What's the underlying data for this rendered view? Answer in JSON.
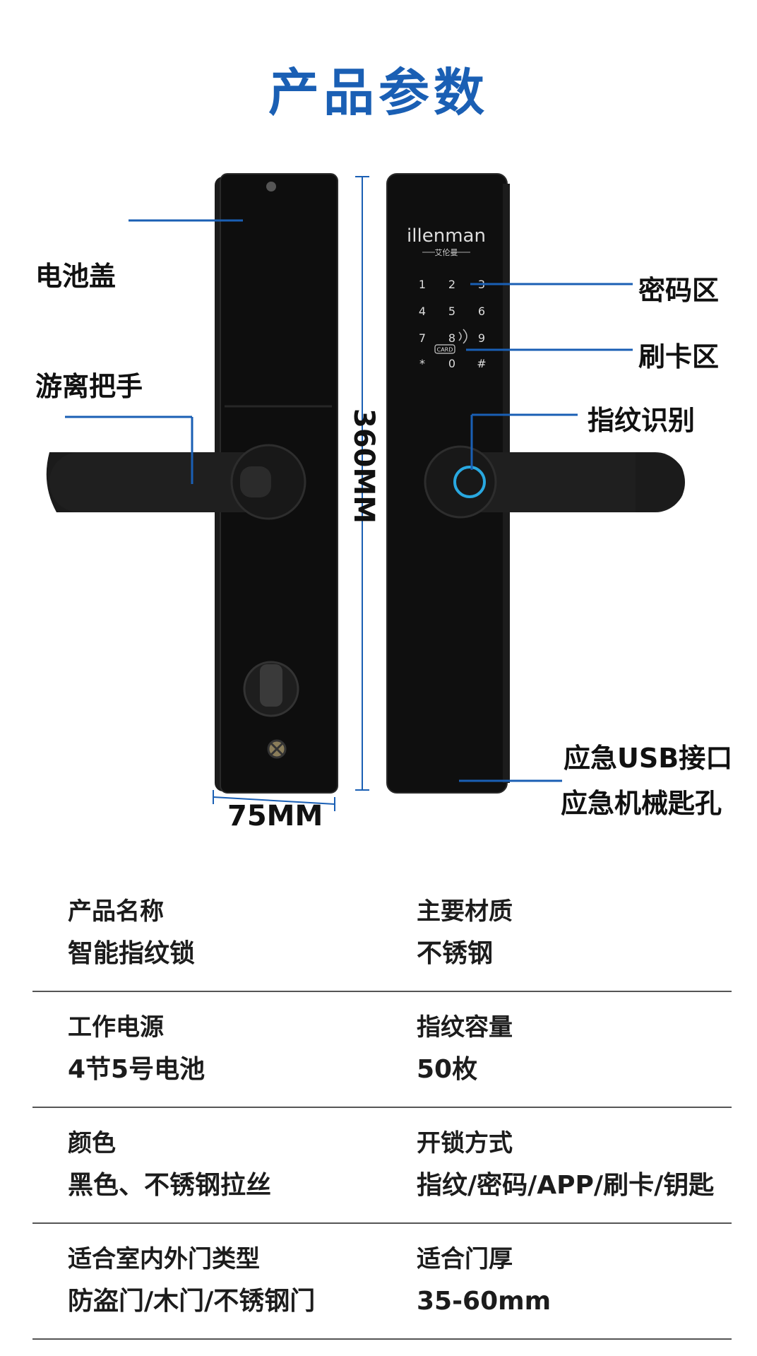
{
  "title": "产品参数",
  "figure": {
    "brand": "illenman",
    "brand_sub": "艾伦曼",
    "keypad": [
      "1",
      "2",
      "3",
      "4",
      "5",
      "6",
      "7",
      "8",
      "9",
      "*",
      "0",
      "#"
    ],
    "card_label": "CARD",
    "callouts": {
      "battery_cover": "电池盖",
      "handle": "游离把手",
      "password_area": "密码区",
      "card_area": "刷卡区",
      "fingerprint": "指纹识别",
      "usb": "应急USB接口",
      "keyhole": "应急机械匙孔"
    },
    "dimensions": {
      "height": "360MM",
      "width": "75MM"
    }
  },
  "specs": [
    {
      "left": {
        "label": "产品名称",
        "value": "智能指纹锁"
      },
      "right": {
        "label": "主要材质",
        "value": "不锈钢"
      }
    },
    {
      "left": {
        "label": "工作电源",
        "value": "4节5号电池"
      },
      "right": {
        "label": "指纹容量",
        "value": "50枚"
      }
    },
    {
      "left": {
        "label": "颜色",
        "value": "黑色、不锈钢拉丝"
      },
      "right": {
        "label": "开锁方式",
        "value": "指纹/密码/APP/刷卡/钥匙"
      }
    },
    {
      "left": {
        "label": "适合室内外门类型",
        "value": "防盗门/木门/不锈钢门"
      },
      "right": {
        "label": "适合门厚",
        "value": "35-60mm"
      }
    }
  ],
  "colors": {
    "title": "#1a5fb4",
    "callout_line": "#1a5fb4",
    "fingerprint_ring": "#29a8e0",
    "lock_body": "#141414"
  }
}
